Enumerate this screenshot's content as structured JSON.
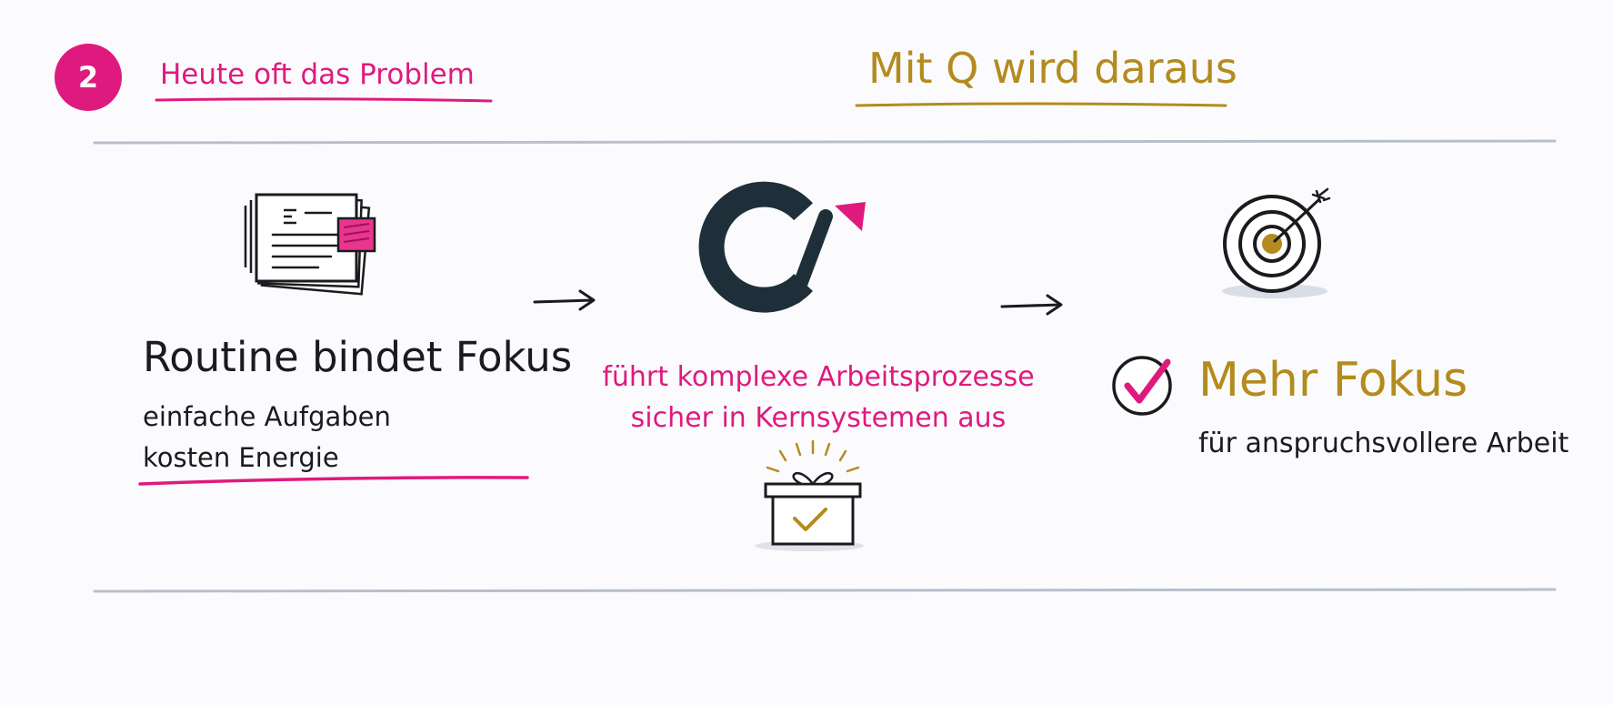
{
  "header": {
    "step_number": "2",
    "problem_label": "Heute oft das Problem",
    "solution_label": "Mit Q wird daraus"
  },
  "left": {
    "title": "Routine bindet Fokus",
    "subtitle_line1": "einfache Aufgaben",
    "subtitle_line2": "kosten Energie",
    "icon": "documents-with-sticky-note-icon"
  },
  "middle": {
    "line1": "führt komplexe Arbeitsprozesse",
    "line2": "sicher in Kernsystemen aus",
    "icon": "q-logo-icon",
    "secondary_icon": "gift-box-check-icon"
  },
  "right": {
    "title": "Mehr Fokus",
    "subtitle": "für anspruchsvollere Arbeit",
    "icon": "target-arrow-icon",
    "check_icon": "check-circle-icon"
  },
  "colors": {
    "magenta": "#df1a7e",
    "gold": "#b38b1e",
    "ink": "#1b1b1f",
    "navy": "#1f2f3a",
    "rule": "#b8bfcb"
  }
}
